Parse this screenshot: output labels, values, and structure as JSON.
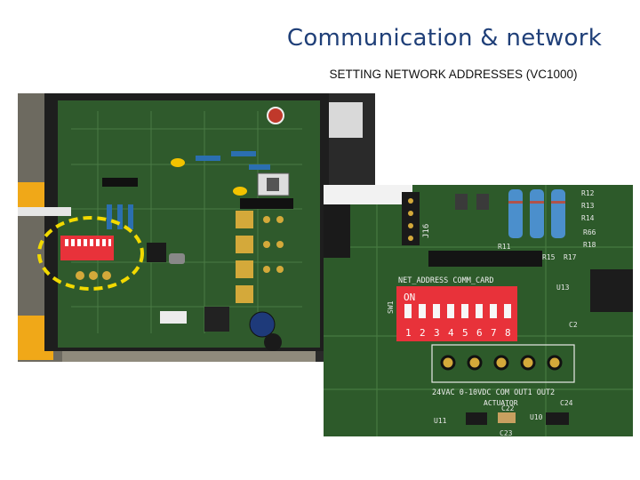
{
  "slide": {
    "title": "Communication & network",
    "subtitle": "SETTING NETWORK ADDRESSES (VC1000)"
  },
  "closeup": {
    "dip_on_label": "ON",
    "dip_numbers": [
      "1",
      "2",
      "3",
      "4",
      "5",
      "6",
      "7",
      "8"
    ],
    "header_label": "NET_ADDRESS   COMM_CARD",
    "terminal_label": "24VAC 0-10VDC COM  OUT1  OUT2",
    "actuator_label": "ACTUATOR",
    "switch_ref": "SW1",
    "connector_ref": "J16",
    "resistor_refs": [
      "R12",
      "R13",
      "R14",
      "R11",
      "R15",
      "R17",
      "R66",
      "R18"
    ],
    "chip_refs": [
      "U11",
      "U13",
      "U10",
      "C22",
      "C23",
      "C24",
      "C2"
    ]
  },
  "colors": {
    "title": "#1f3f78",
    "board": "#2f5a2c",
    "dip_switch": "#e8323a",
    "highlight_circle": "#f2d900"
  }
}
